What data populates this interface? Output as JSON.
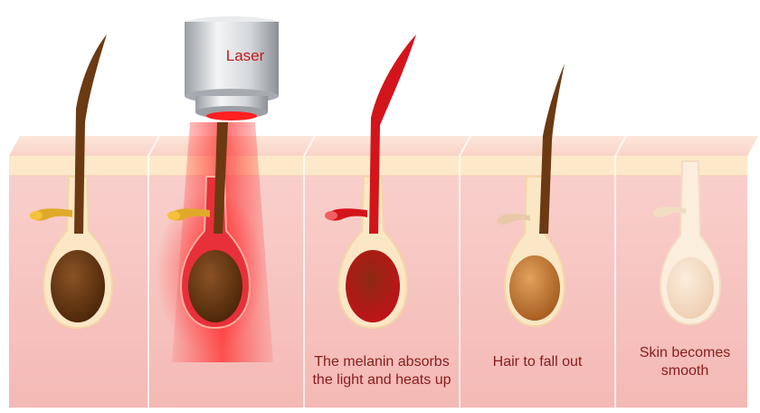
{
  "laser": {
    "label": "Laser"
  },
  "stages": [
    {
      "caption": ""
    },
    {
      "caption": ""
    },
    {
      "caption": "The melanin absorbs\nthe light and heats up"
    },
    {
      "caption": "Hair to fall out"
    },
    {
      "caption": "Skin becomes\nsmooth"
    }
  ],
  "colors": {
    "skin": "#f7c6c3",
    "skin_top": "#fbe3d3",
    "epidermis": "#fde9c9",
    "hair_dark": "#6b3a12",
    "hair_red": "#d4141b",
    "hair_light": "#b06a2a",
    "hair_pale": "#f2d9bf",
    "laser_beam": "#ff1a1a",
    "caption": "#8a1c1c"
  }
}
